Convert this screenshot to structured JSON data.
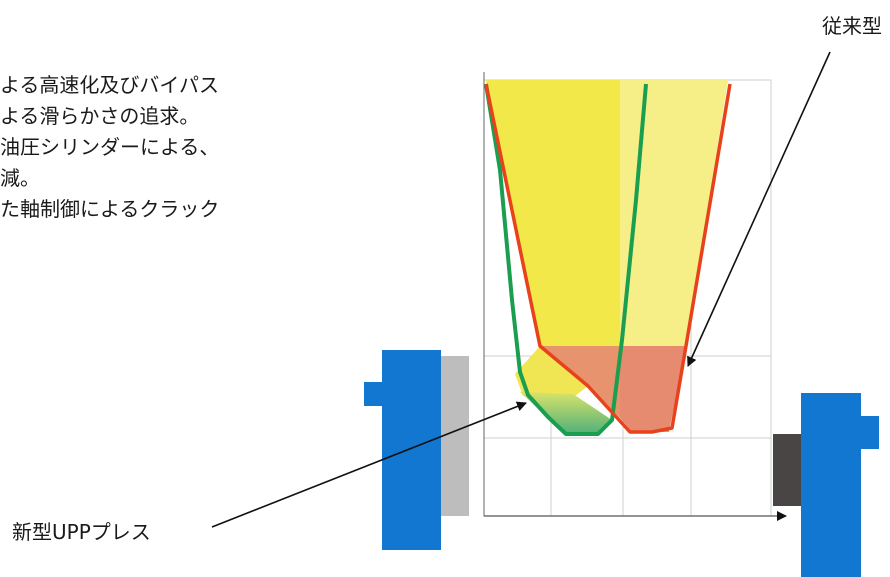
{
  "text_lines": [
    "よる高速化及びバイパス",
    "よる滑らかさの追求。",
    "油圧シリンダーによる、",
    "減。",
    "た軸制御によるクラック"
  ],
  "labels": {
    "conventional": "従来型",
    "new_upp_press": "新型UPPプレス"
  },
  "colors": {
    "conventional_outline": "#e8421c",
    "new_outline": "#1a9e50",
    "yellow_fill": "#f3e84a",
    "light_yellow_fill": "#f6ee86",
    "salmon_fill": "#e68a70",
    "green_fill": "#55b07f",
    "die_blue": "#1177d1",
    "die_gray_light": "#bdbdbd",
    "die_gray_dark": "#4a4545"
  }
}
